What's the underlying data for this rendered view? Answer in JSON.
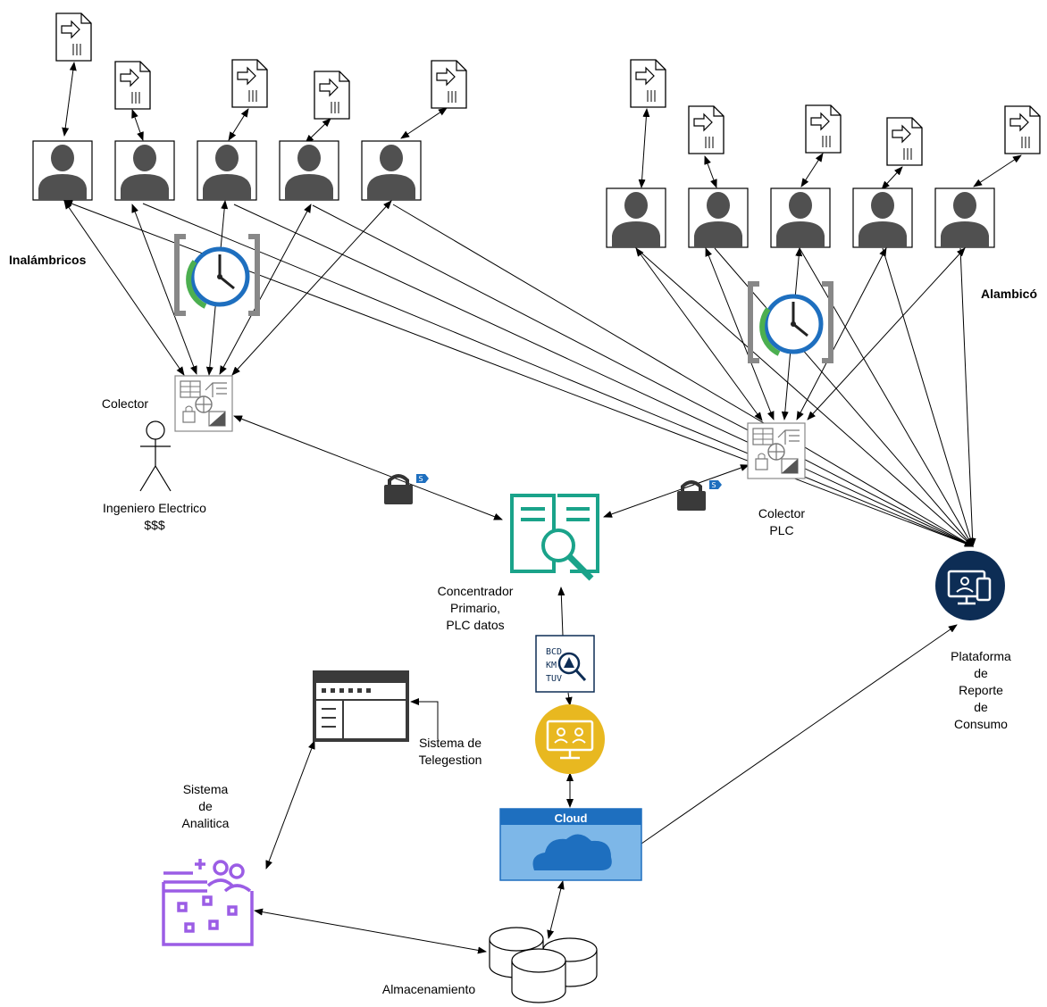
{
  "labels": {
    "inalambricos": "Inalámbricos",
    "alambrico": "Alambicó",
    "colector_left": "Colector",
    "ingeniero": "Ingeniero Electrico\n$$$",
    "colector_plc": "Colector\nPLC",
    "concentrador": "Concentrador\nPrimario,\nPLC datos",
    "plataforma": "Plataforma\nde\nReporte\nde\nConsumo",
    "telegestion": "Sistema de\nTelegestion",
    "analitica": "Sistema\nde\nAnalitica",
    "almacenamiento": "Almacenamiento",
    "cloud": "Cloud",
    "db_letters": "BCD\nKM\nTUV"
  },
  "colors": {
    "person": "#505050",
    "line": "#000000",
    "teal": "#1aa38a",
    "navy": "#0d2d55",
    "yellow": "#e8b820",
    "cloud_header": "#1e6fbf",
    "cloud_body": "#7db7e8",
    "purple": "#9b5de5",
    "blue_accent": "#1e6fbf",
    "green_accent": "#4caf50",
    "gray": "#777777"
  }
}
